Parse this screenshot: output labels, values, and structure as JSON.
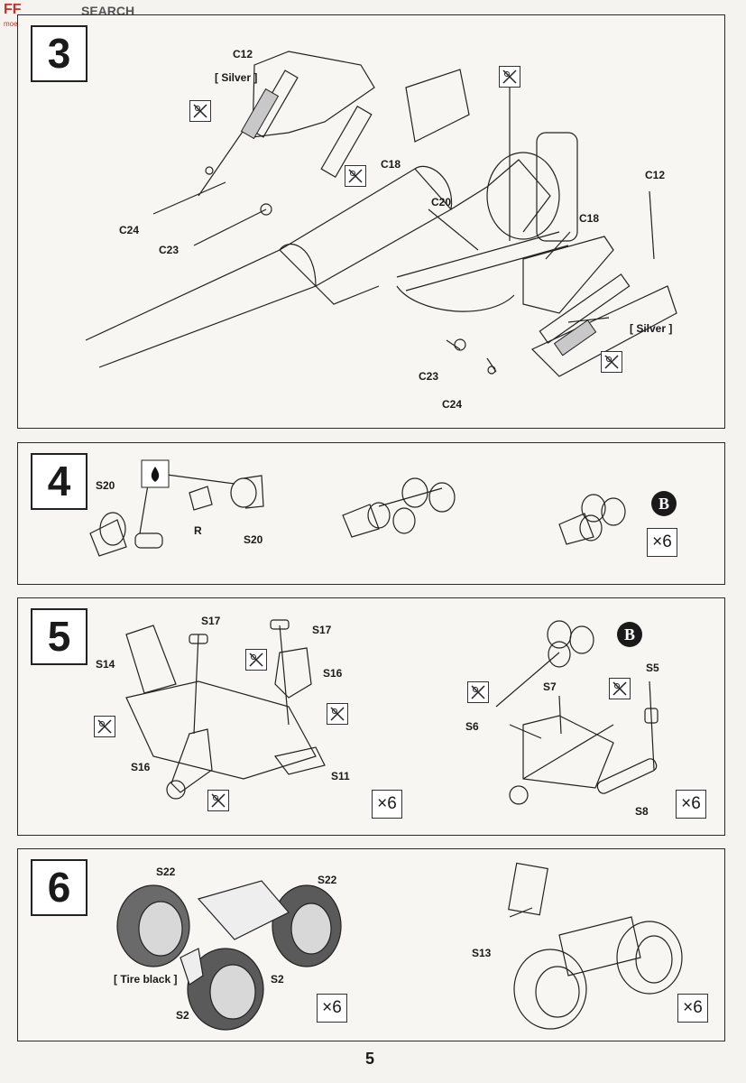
{
  "header": {
    "logo_mark": "FF",
    "site_name": "SEARCH",
    "site_url": "moe.shuo.com"
  },
  "page_number": "5",
  "steps": [
    {
      "number": "3",
      "labels": {
        "c12_top": "C12",
        "silver_top": "[ Silver ]",
        "c18_left": "C18",
        "c24_left": "C24",
        "c23_left": "C23",
        "c20": "C20",
        "c12_right": "C12",
        "c18_right": "C18",
        "silver_right": "[ Silver ]",
        "c23_bottom": "C23",
        "c24_bottom": "C24"
      }
    },
    {
      "number": "4",
      "labels": {
        "s20_left": "S20",
        "r": "R",
        "s20_right": "S20"
      },
      "badge": "B",
      "quantity": "×6"
    },
    {
      "number": "5",
      "labels": {
        "s17_a": "S17",
        "s17_b": "S17",
        "s14": "S14",
        "s16_a": "S16",
        "s16_b": "S16",
        "s11": "S11",
        "s5": "S5",
        "s7": "S7",
        "s6": "S6",
        "s8": "S8"
      },
      "badge": "B",
      "quantity_left": "×6",
      "quantity_right": "×6"
    },
    {
      "number": "6",
      "labels": {
        "s22_a": "S22",
        "s22_b": "S22",
        "tire_black": "[ Tire black ]",
        "s2_a": "S2",
        "s2_b": "S2",
        "s13": "S13"
      },
      "quantity_left": "×6",
      "quantity_right": "×6"
    }
  ],
  "icons": {
    "no_cut": "no-cut-icon",
    "glue": "glue-drop-icon"
  }
}
